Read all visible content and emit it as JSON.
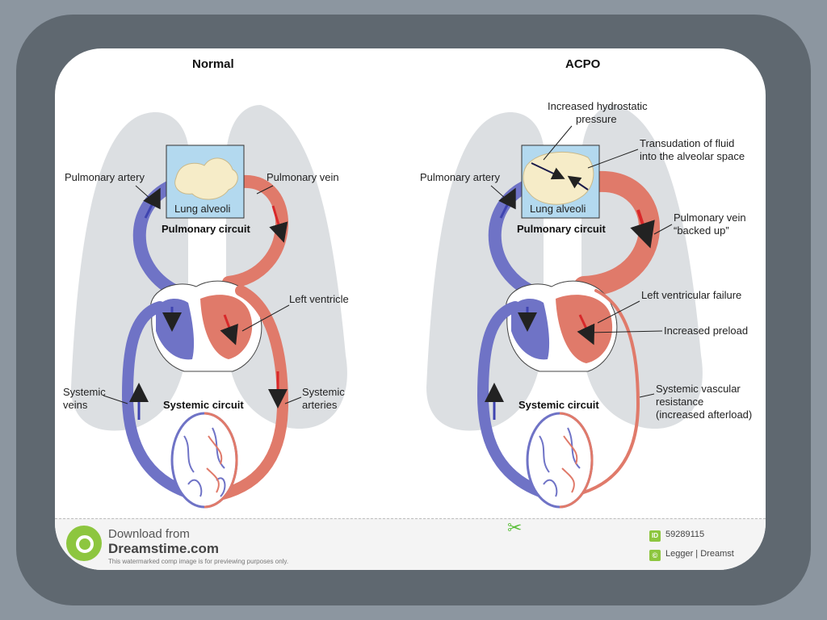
{
  "titles": {
    "normal": "Normal",
    "acpo": "ACPO"
  },
  "normal": {
    "pulmonary_artery": "Pulmonary artery",
    "pulmonary_vein": "Pulmonary vein",
    "lung_alveoli": "Lung alveoli",
    "pulmonary_circuit": "Pulmonary circuit",
    "left_ventricle": "Left ventricle",
    "systemic_veins_1": "Systemic",
    "systemic_veins_2": "veins",
    "systemic_circuit": "Systemic circuit",
    "systemic_arteries_1": "Systemic",
    "systemic_arteries_2": "arteries"
  },
  "acpo": {
    "hydrostatic_1": "Increased hydrostatic",
    "hydrostatic_2": "pressure",
    "transudation_1": "Transudation of fluid",
    "transudation_2": "into the alveolar space",
    "pulmonary_artery": "Pulmonary artery",
    "lung_alveoli": "Lung alveoli",
    "pulmonary_circuit": "Pulmonary circuit",
    "pv_backed_1": "Pulmonary vein",
    "pv_backed_2": "“backed up”",
    "lv_failure": "Left ventricular failure",
    "increased_preload": "Increased preload",
    "svr_1": "Systemic vascular",
    "svr_2": "resistance",
    "svr_3": "(increased afterload)",
    "systemic_circuit": "Systemic circuit"
  },
  "footer": {
    "download_from": "Download from",
    "site": "Dreamstime.com",
    "notice": "This watermarked comp image is for previewing purposes only.",
    "id_badge": "ID",
    "id_value": "59289115",
    "credit_badge": "©",
    "credit": "Legger | Dreamst"
  },
  "colors": {
    "vein_blue": "#6f73c6",
    "artery_red": "#e07a6a",
    "arrow_blue": "#3f44b0",
    "arrow_red": "#d8282a",
    "lung_gray": "#dcdfe2",
    "alveoli_box": "#b3d9ef"
  }
}
